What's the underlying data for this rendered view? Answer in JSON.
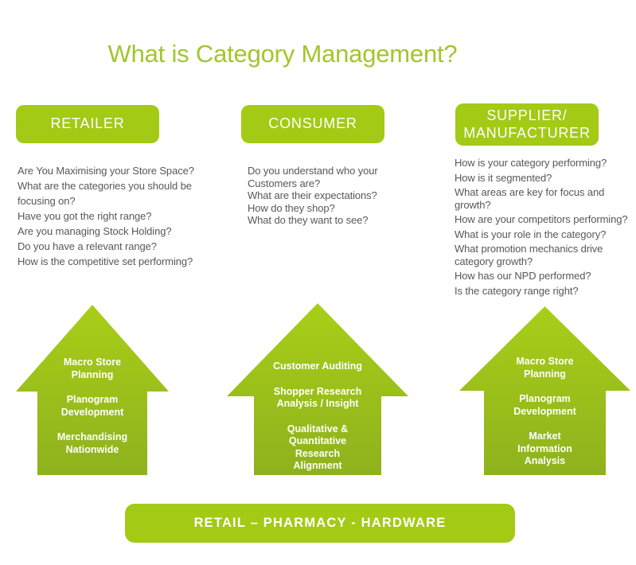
{
  "title": "What is Category Management?",
  "colors": {
    "green": "#a3ca15",
    "title_green": "#a0c62e",
    "arrow_gradient_top": "#a9ce17",
    "arrow_gradient_bottom": "#8eb21d",
    "question_text": "#57585a",
    "label_text": "#ffffff"
  },
  "columns": [
    {
      "id": "retailer",
      "header_lines": [
        "RETAILER"
      ],
      "questions": [
        [
          "Are You Maximising your Store Space?"
        ],
        [
          "What are the categories you should be",
          "focusing on?"
        ],
        [
          "Have you got the right range?"
        ],
        [
          "Are you managing Stock Holding?"
        ],
        [
          "Do you have a relevant range?"
        ],
        [
          "How is the competitive set performing?"
        ]
      ],
      "arrow_groups": [
        [
          "Macro Store",
          "Planning"
        ],
        [
          "Planogram",
          "Development"
        ],
        [
          "Merchandising",
          "Nationwide"
        ]
      ]
    },
    {
      "id": "consumer",
      "header_lines": [
        "CONSUMER"
      ],
      "questions": [
        [
          "Do you understand who your",
          "Customers are?"
        ],
        [
          "What are their expectations?"
        ],
        [
          "How do they shop?"
        ],
        [
          "What do they want to see?"
        ]
      ],
      "arrow_groups": [
        [
          "Customer Auditing"
        ],
        [
          "Shopper Research",
          "Analysis / Insight"
        ],
        [
          "Qualitative &",
          "Quantitative",
          "Research",
          "Alignment"
        ]
      ]
    },
    {
      "id": "supplier",
      "header_lines": [
        "SUPPLIER/",
        "MANUFACTURER"
      ],
      "questions": [
        [
          "How is your category performing?"
        ],
        [
          "How is it segmented?"
        ],
        [
          "What areas are key for focus and",
          "growth?"
        ],
        [
          "How are your competitors performing?"
        ],
        [
          "What is your role in the category?"
        ],
        [
          "What promotion mechanics drive",
          "category growth?"
        ],
        [
          "How has our NPD performed?"
        ],
        [
          "Is the category range right?"
        ]
      ],
      "arrow_groups": [
        [
          "Macro Store",
          "Planning"
        ],
        [
          "Planogram",
          "Development"
        ],
        [
          "Market",
          "Information",
          "Analysis"
        ]
      ]
    }
  ],
  "banner": {
    "label": "RETAIL – PHARMACY - HARDWARE"
  }
}
